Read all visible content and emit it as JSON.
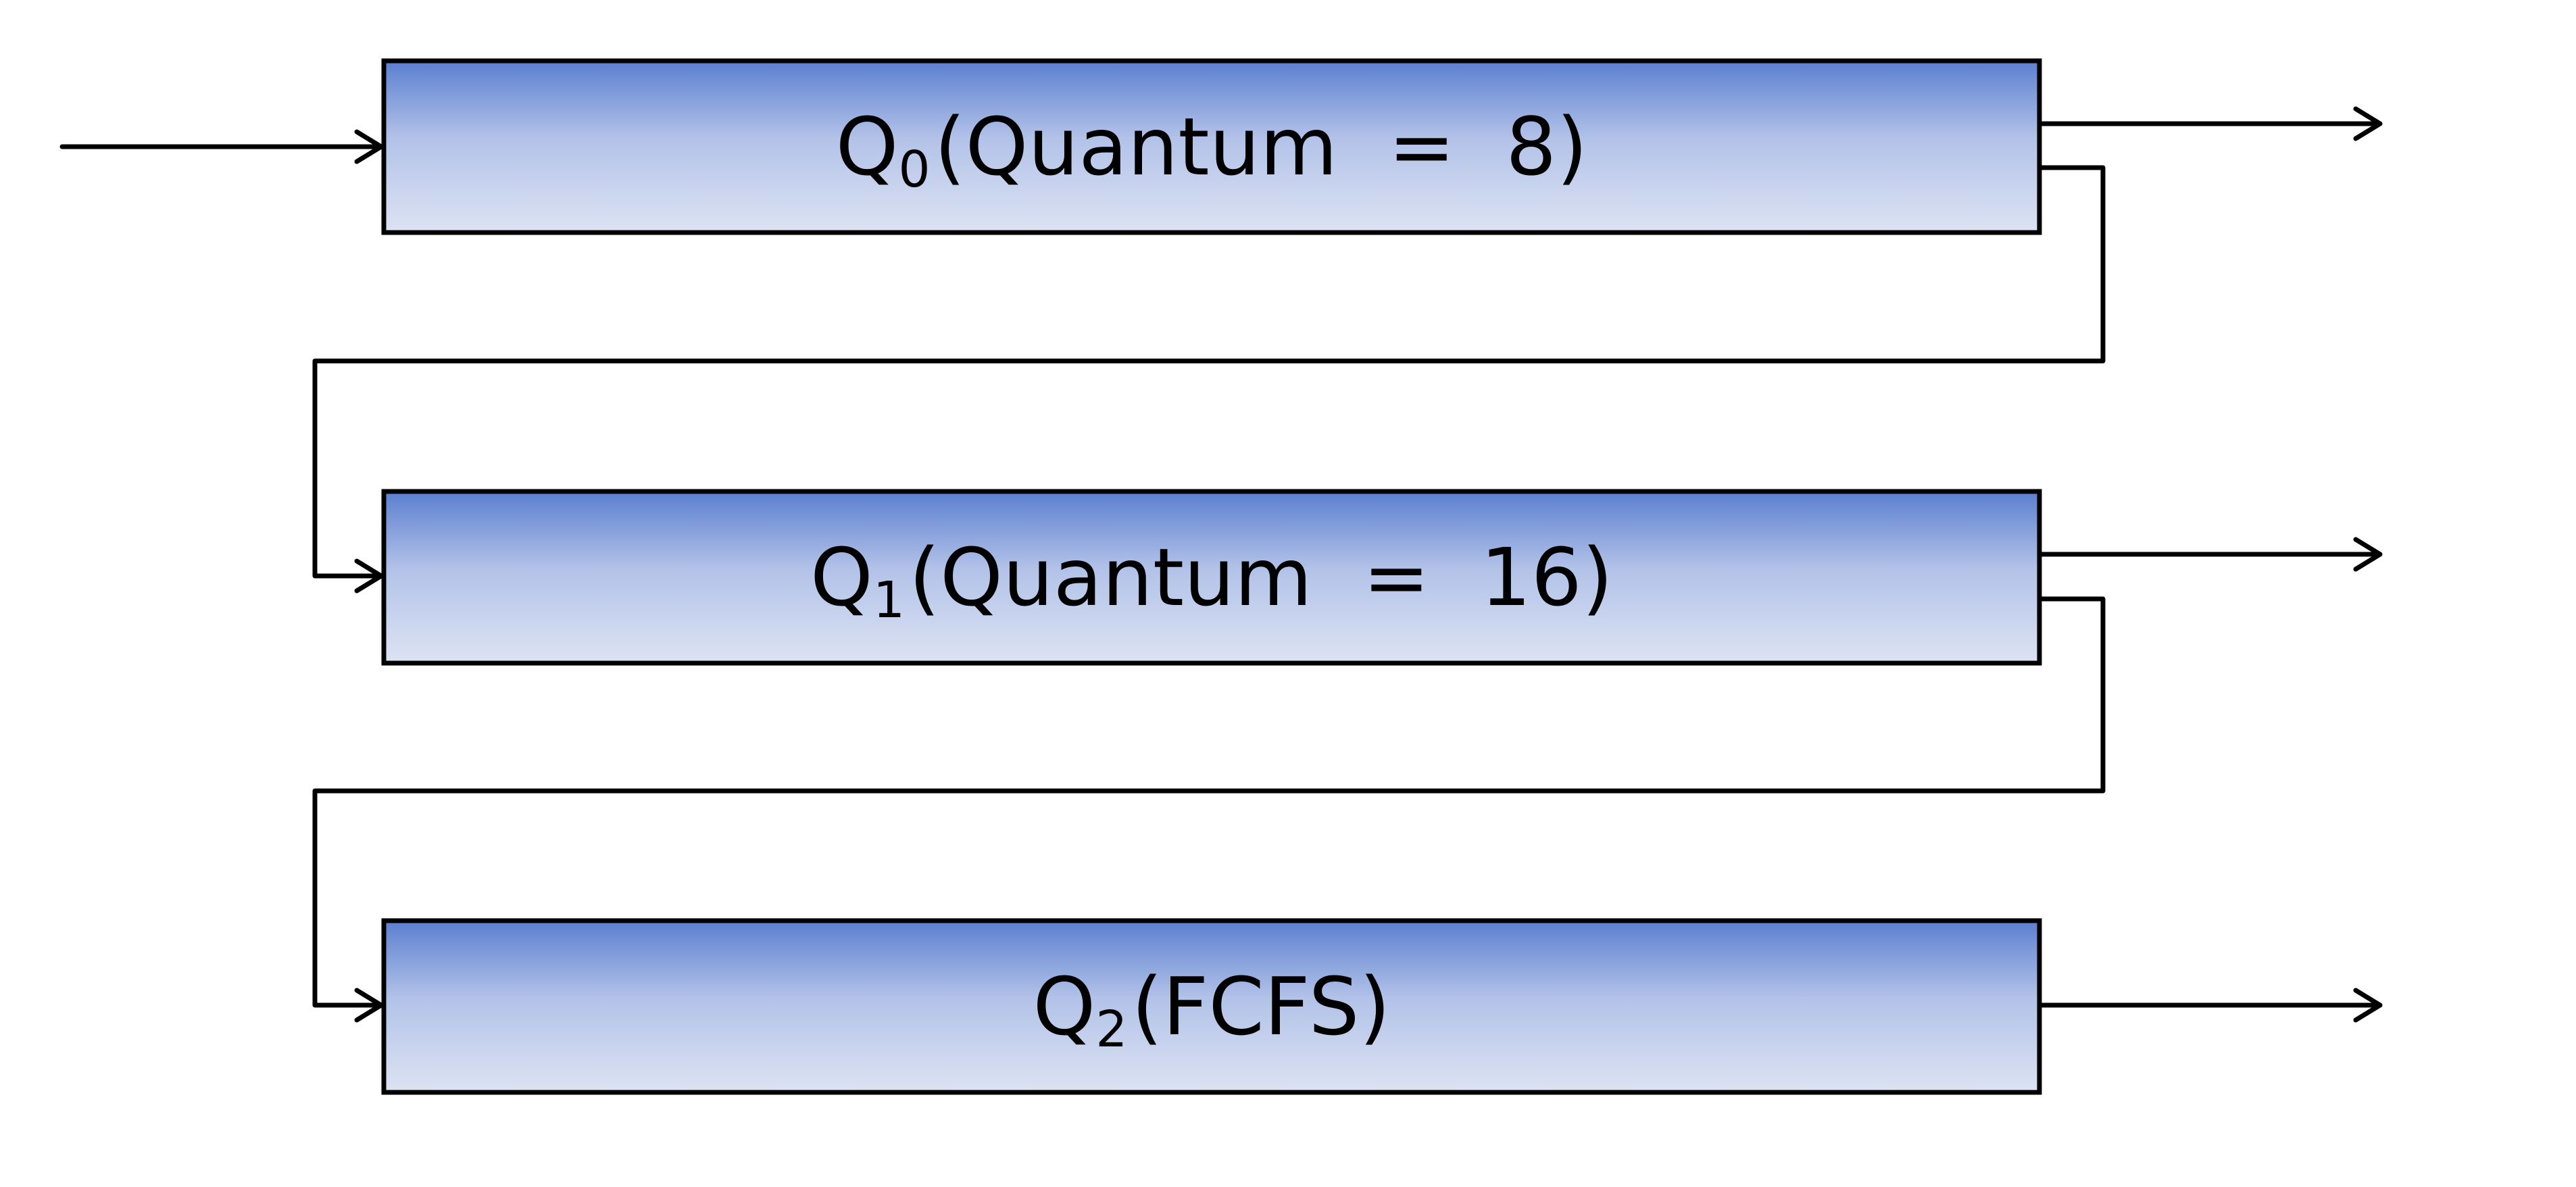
{
  "diagram": {
    "queues": [
      {
        "letter": "Q",
        "index": "0",
        "rest": "(Quantum  =  8)"
      },
      {
        "letter": "Q",
        "index": "1",
        "rest": "(Quantum  =  16)"
      },
      {
        "letter": "Q",
        "index": "2",
        "rest": "(FCFS)"
      }
    ],
    "colors": {
      "box_top": "#5b7fd0",
      "box_bottom": "#dde3f3",
      "stroke": "#000000",
      "background": "#ffffff"
    }
  }
}
